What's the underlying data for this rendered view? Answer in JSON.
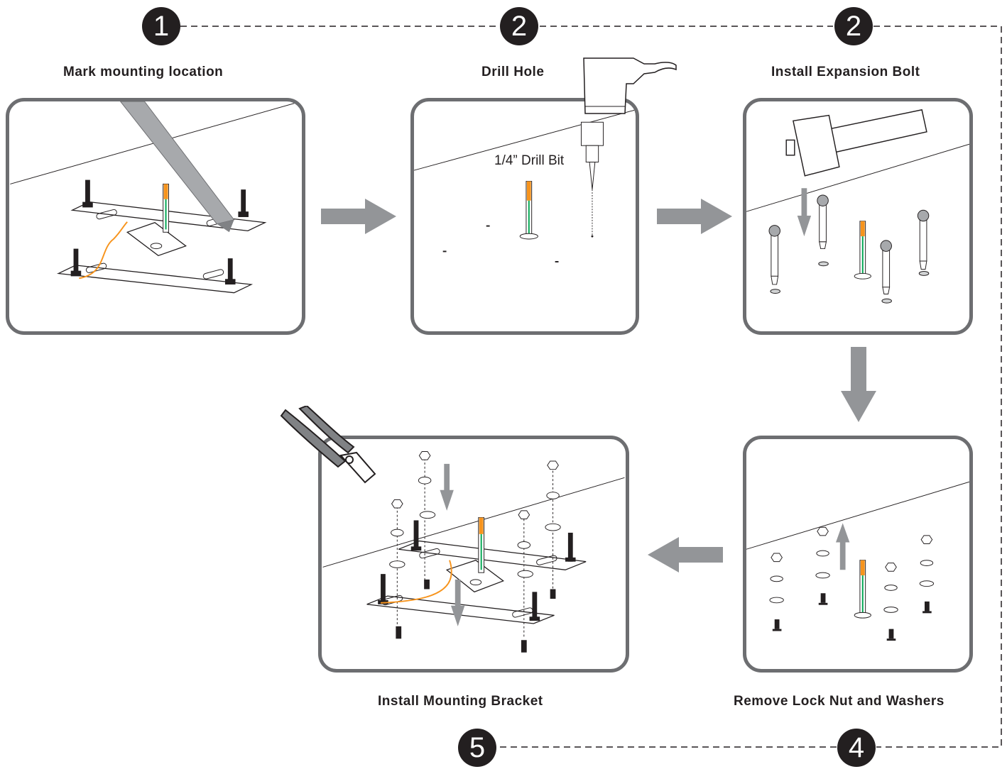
{
  "steps": [
    {
      "badge": "1",
      "title": "Mark mounting location"
    },
    {
      "badge": "2",
      "title": "Drill Hole",
      "drill_label": "1/4” Drill Bit"
    },
    {
      "badge": "2",
      "title": "Install Expansion Bolt"
    },
    {
      "badge": "4",
      "title": "Remove Lock Nut and Washers"
    },
    {
      "badge": "5",
      "title": "Install Mounting Bracket"
    }
  ],
  "colors": {
    "badge": "#231f20",
    "panel_border": "#6d6e71",
    "arrow": "#939598",
    "wire_orange": "#f7941d",
    "wire_green": "#00a651",
    "dashed_line": "#231f20"
  },
  "icons": [
    "marker-pen-icon",
    "power-drill-icon",
    "mallet-icon",
    "pliers-icon"
  ]
}
